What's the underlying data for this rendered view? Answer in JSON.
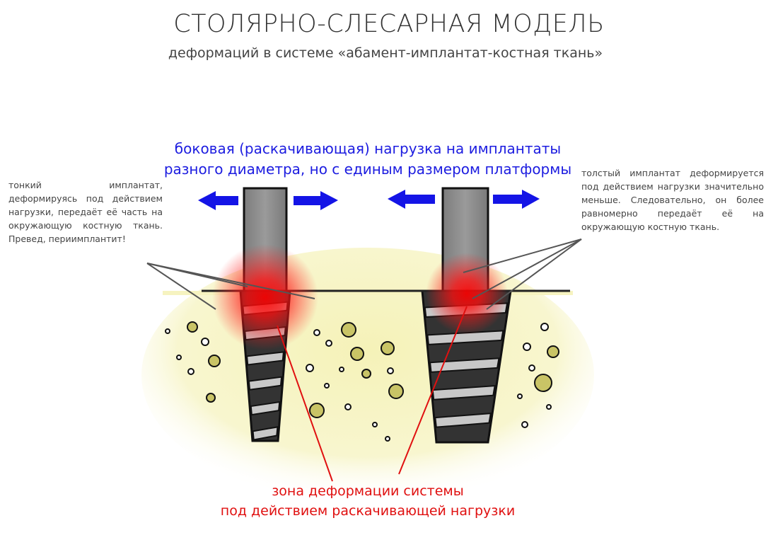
{
  "title": "СТОЛЯРНО-СЛЕСАРНАЯ МОДЕЛЬ",
  "subtitle": "деформаций в системе «абамент-имплантат-костная ткань»",
  "load_caption": [
    "боковая (раскачивающая) нагрузка на имплантаты",
    "разного диаметра, но с единым размером платформы"
  ],
  "left_note": "тонкий имплантат, деформируясь под действием нагрузки, передаёт её часть на окружающую костную ткань. Превед, периимплантит!",
  "right_note": "толстый имплантат деформируется под действием нагрузки значительно меньше. Следовательно, он более равномерно передаёт её на окружающую костную ткань.",
  "zone_caption": [
    "зона деформации системы",
    "под действием раскачивающей нагрузки"
  ],
  "colors": {
    "load": "#1c1ce0",
    "zone": "#e01010",
    "bone": "#f6f3c0",
    "particle": "#c9c466"
  }
}
